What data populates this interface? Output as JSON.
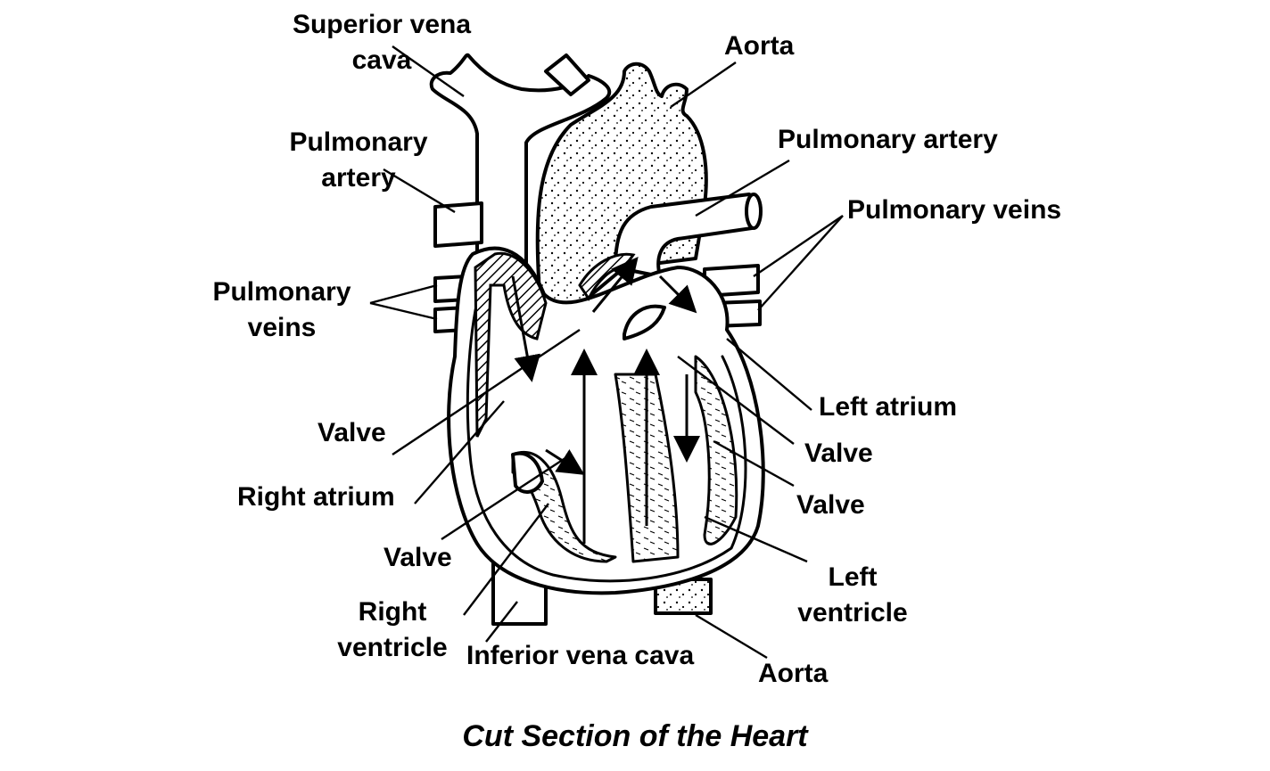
{
  "labels": {
    "superior_vena_cava": "Superior vena\ncava",
    "aorta_top": "Aorta",
    "pulmonary_artery_left": "Pulmonary\nartery",
    "pulmonary_artery_right": "Pulmonary artery",
    "pulmonary_veins_right": "Pulmonary veins",
    "pulmonary_veins_left": "Pulmonary\nveins",
    "left_atrium": "Left atrium",
    "valve_left_mid": "Valve",
    "valve_right_1": "Valve",
    "valve_right_2": "Valve",
    "right_atrium": "Right atrium",
    "valve_left_low": "Valve",
    "left_ventricle": "Left\nventricle",
    "right_ventricle": "Right\nventricle",
    "inferior_vena_cava": "Inferior vena cava",
    "aorta_bottom": "Aorta"
  },
  "caption": "Cut Section of the Heart",
  "colors": {
    "ink": "#000000",
    "background": "#ffffff"
  }
}
